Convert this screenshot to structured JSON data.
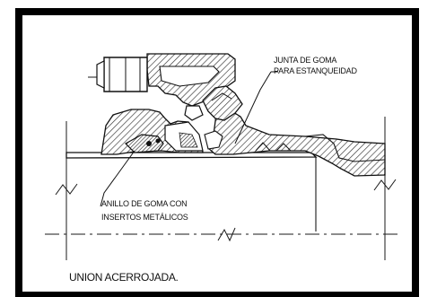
{
  "labels": {
    "gasket_line1": "JUNTA DE GOMA",
    "gasket_line2": "PARA ESTANQUEIDAD",
    "ring_line1": "ANILLO DE GOMA CON",
    "ring_line2": "INSERTOS METÁLICOS"
  },
  "caption": "UNION ACERROJADA.",
  "colors": {
    "frame": "#000000",
    "line": "#1a1a1a",
    "hatch": "#333333",
    "fill_light": "#cfcfcf",
    "background": "#ffffff"
  }
}
